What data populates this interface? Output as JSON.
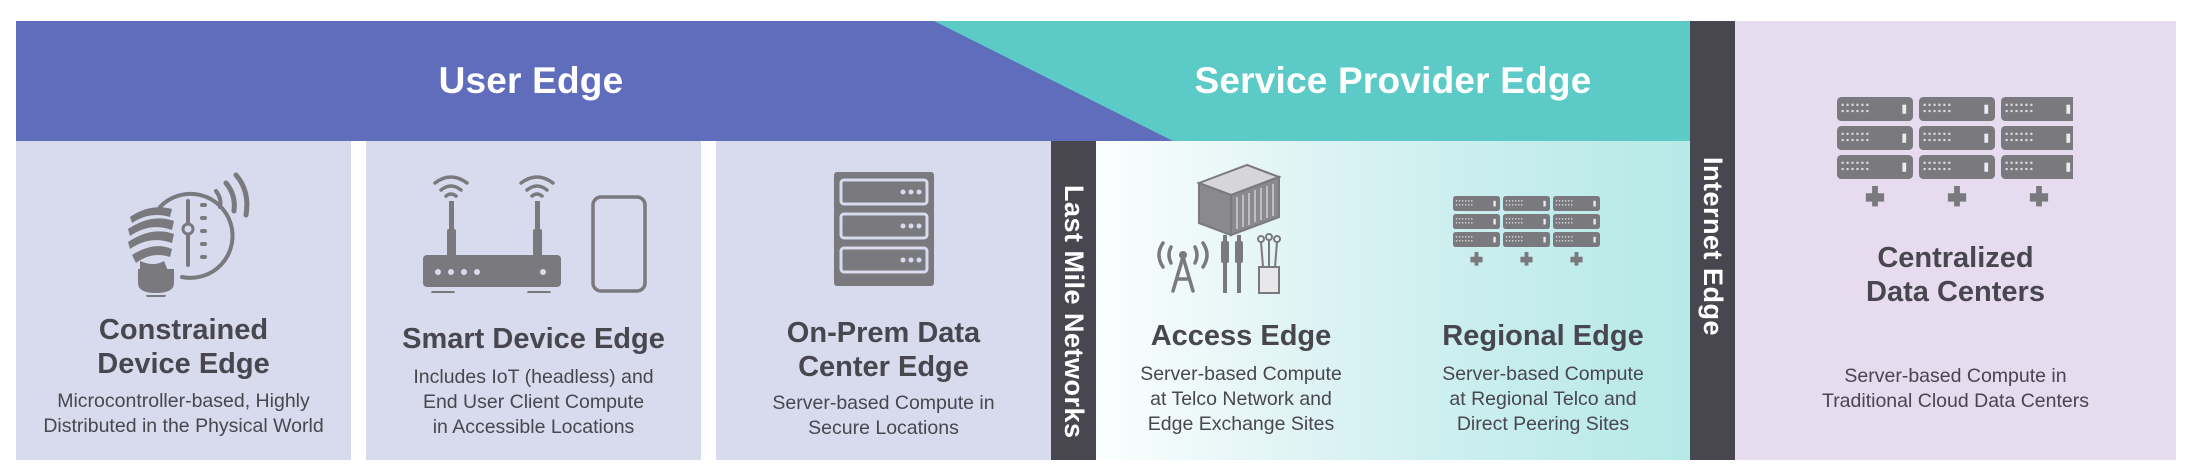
{
  "colors": {
    "user_edge": "#606dbd",
    "service_provider_edge": "#5ccbc7",
    "user_panel_bg": "#d8daed",
    "cloud_panel_bg": "#e6dbef",
    "divider_bar": "#48464f",
    "icon_gray": "#7a797e",
    "text": "#48464f"
  },
  "banners": {
    "user_edge": "User Edge",
    "service_provider_edge": "Service Provider Edge"
  },
  "dividers": {
    "last_mile": "Last Mile Networks",
    "internet_edge": "Internet Edge"
  },
  "sections": [
    {
      "icon": "smart-bulb-dial-icon",
      "title_lines": [
        "Constrained",
        "Device Edge"
      ],
      "desc_lines": [
        "Microcontroller-based, Highly",
        "Distributed in the Physical World"
      ]
    },
    {
      "icon": "router-and-phone-icon",
      "title_lines": [
        "Smart Device Edge"
      ],
      "desc_lines": [
        "Includes IoT (headless) and",
        "End User Client Compute",
        "in Accessible Locations"
      ]
    },
    {
      "icon": "server-rack-icon",
      "title_lines": [
        "On-Prem Data",
        "Center Edge"
      ],
      "desc_lines": [
        "Server-based Compute in",
        "Secure Locations"
      ]
    },
    {
      "icon": "container-tower-cables-icon",
      "title_lines": [
        "Access Edge"
      ],
      "desc_lines": [
        "Server-based Compute",
        "at Telco Network and",
        "Edge Exchange Sites"
      ]
    },
    {
      "icon": "server-cluster-icon",
      "title_lines": [
        "Regional Edge"
      ],
      "desc_lines": [
        "Server-based Compute",
        "at Regional Telco and",
        "Direct Peering Sites"
      ]
    },
    {
      "icon": "data-center-cluster-icon",
      "title_lines": [
        "Centralized",
        "Data Centers"
      ],
      "desc_lines": [
        "Server-based Compute in",
        "Traditional Cloud Data Centers"
      ]
    }
  ]
}
